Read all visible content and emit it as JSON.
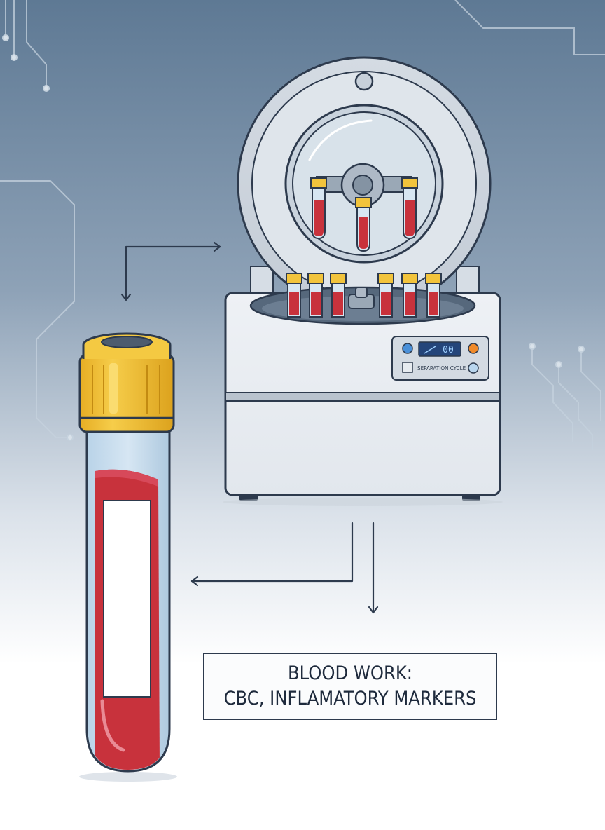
{
  "caption": {
    "line1": "BLOOD WORK:",
    "line2": "CBC, INFLAMATORY MARKERS"
  },
  "centrifuge": {
    "display_value": "00",
    "panel_label": "SEPARATION CYCLE"
  },
  "colors": {
    "background_top": "#5e7994",
    "background_bottom": "#ffffff",
    "outline": "#2d3a4d",
    "blood": "#c8323c",
    "cap": "#f2c43c",
    "machine_body": "#e9edf2",
    "display": "#24457a",
    "indicator_blue": "#4a90d9",
    "indicator_orange": "#f08a2a"
  },
  "icons": [
    "blood-tube-icon",
    "centrifuge-icon",
    "arrow-icon",
    "circuit-trace-icon"
  ]
}
